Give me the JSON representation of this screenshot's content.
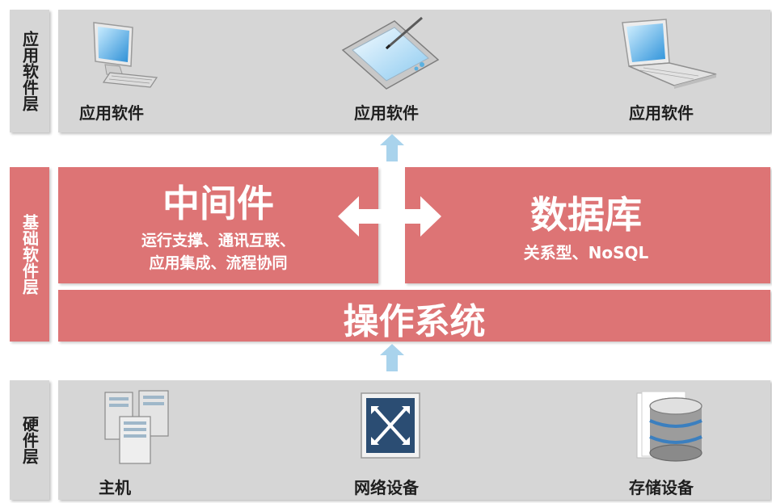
{
  "layers": {
    "app_layer": {
      "label": "应用软件层"
    },
    "base_layer": {
      "label": "基础软件层"
    },
    "hardware_layer": {
      "label": "硬件层"
    }
  },
  "apps": [
    {
      "icon": "desktop-computer-icon",
      "label": "应用软件"
    },
    {
      "icon": "tablet-pen-icon",
      "label": "应用软件"
    },
    {
      "icon": "laptop-icon",
      "label": "应用软件"
    }
  ],
  "middleware": {
    "title": "中间件",
    "desc_line1": "运行支撑、通讯互联、",
    "desc_line2": "应用集成、流程协同"
  },
  "database": {
    "title": "数据库",
    "desc": "关系型、NoSQL"
  },
  "os": {
    "title": "操作系统"
  },
  "hardware": [
    {
      "icon": "server-icon",
      "label": "主机"
    },
    {
      "icon": "network-switch-icon",
      "label": "网络设备"
    },
    {
      "icon": "storage-database-icon",
      "label": "存储设备"
    }
  ],
  "colors": {
    "layer_grey": "#d6d6d6",
    "base_red": "#dd7475",
    "arrow_blue": "#a9d3ec",
    "arrow_white": "#ffffff"
  }
}
